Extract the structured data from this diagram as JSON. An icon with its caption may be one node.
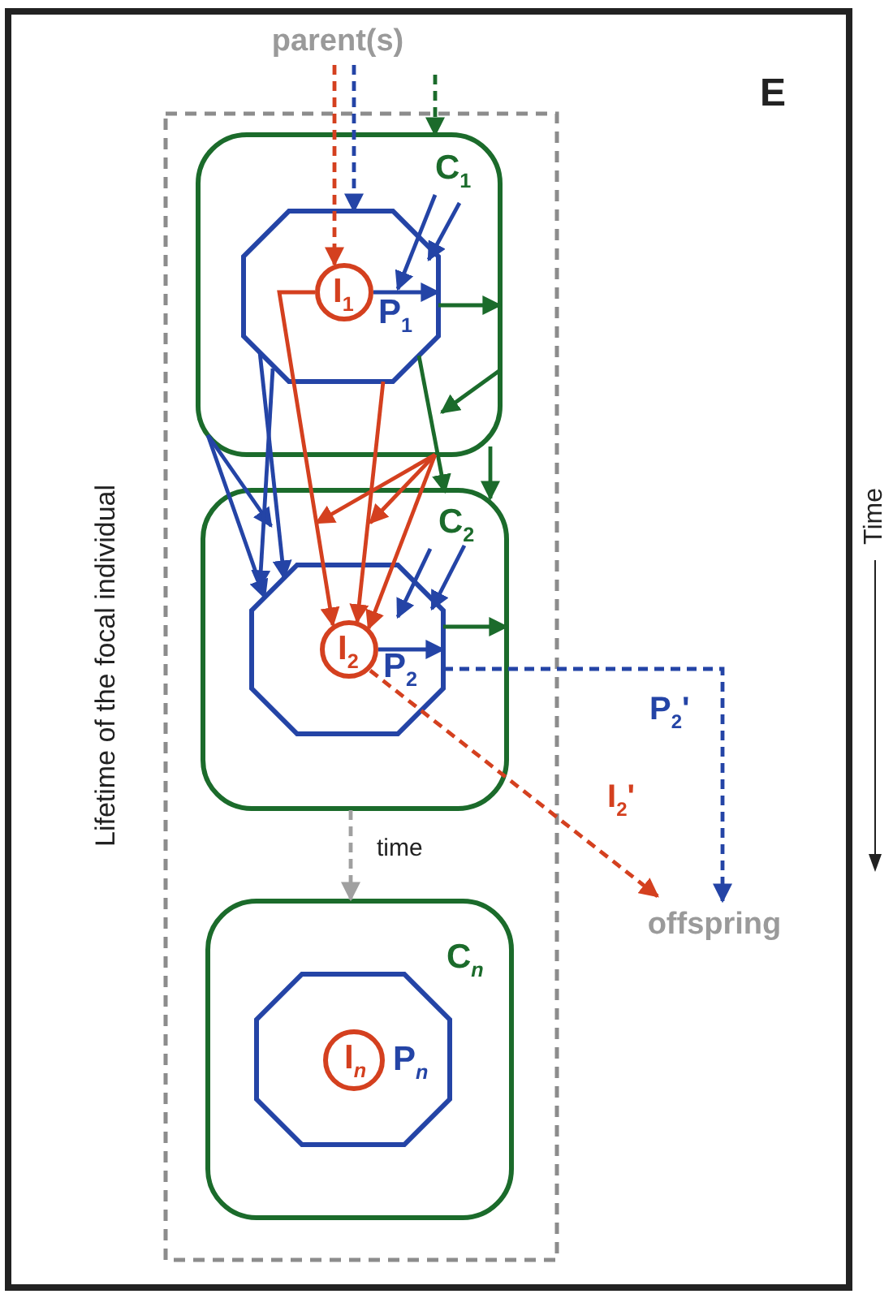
{
  "diagram": {
    "nodes": [
      {
        "text": [
          "parent(s)"
        ]
      },
      {
        "text": [
          "Lifetime of the focal individual"
        ]
      },
      {
        "text": [
          "C$_{1}$"
        ],
        "in": 1
      },
      {
        "text": [
          "P$_{1}$"
        ],
        "in": 2
      },
      {
        "text": [
          "I$_{1}$"
        ],
        "in": 3
      },
      {
        "text": [
          "C$_{2}$"
        ],
        "in": 1
      },
      {
        "text": [
          "P$_{2}$"
        ],
        "in": 5
      },
      {
        "text": [
          "I$_{2}$"
        ],
        "in": 6
      },
      {
        "text": [
          "C$_{n}$"
        ],
        "in": 1
      },
      {
        "text": [
          "P$_{n}$"
        ],
        "in": 8
      },
      {
        "text": [
          "I$_{n}$"
        ],
        "in": 9
      },
      {
        "text": [
          "offspring"
        ]
      }
    ],
    "edges": [
      {
        "from": 0,
        "to": 4,
        "arrow": "to",
        "style": "dashed",
        "color": "#d4401f"
      },
      {
        "from": 0,
        "to": 3,
        "arrow": "to",
        "style": "dashed",
        "color": "#2444a6"
      },
      {
        "from": null,
        "to": 2,
        "arrow": "to",
        "style": "dashed",
        "color": "#1b6b2b"
      },
      {
        "from": 2,
        "to": 3,
        "arrow": "to",
        "color": "#2444a6"
      },
      {
        "from": 2,
        "to": 3,
        "arrow": "to",
        "color": "#2444a6"
      },
      {
        "from": 4,
        "to": 3,
        "arrow": "to",
        "color": "#2444a6"
      },
      {
        "from": 3,
        "to": 2,
        "arrow": "to",
        "color": "#1b6b2b"
      },
      {
        "from": 2,
        "to": null,
        "arrow": "to",
        "color": "#1b6b2b"
      },
      {
        "from": 3,
        "to": 5,
        "arrow": "to",
        "color": "#1b6b2b"
      },
      {
        "from": 2,
        "to": 5,
        "arrow": "to",
        "color": "#1b6b2b"
      },
      {
        "from": 4,
        "to": 7,
        "arrow": "to",
        "color": "#d4401f"
      },
      {
        "from": 3,
        "to": 7,
        "arrow": "to",
        "color": "#d4401f"
      },
      {
        "from": 2,
        "to": 5,
        "arrow": "to",
        "color": "#d4401f"
      },
      {
        "from": 2,
        "to": 5,
        "arrow": "to",
        "color": "#d4401f"
      },
      {
        "from": 2,
        "to": 7,
        "arrow": "to",
        "color": "#d4401f"
      },
      {
        "from": 2,
        "to": 6,
        "arrow": "to",
        "color": "#2444a6"
      },
      {
        "from": 2,
        "to": 5,
        "arrow": "to",
        "color": "#2444a6"
      },
      {
        "from": 3,
        "to": 6,
        "arrow": "to",
        "color": "#2444a6"
      },
      {
        "from": 3,
        "to": 5,
        "arrow": "to",
        "color": "#2444a6"
      },
      {
        "from": 5,
        "to": 6,
        "arrow": "to",
        "color": "#2444a6"
      },
      {
        "from": 5,
        "to": 6,
        "arrow": "to",
        "color": "#2444a6"
      },
      {
        "from": 7,
        "to": 6,
        "arrow": "to",
        "color": "#2444a6"
      },
      {
        "from": 6,
        "to": 5,
        "arrow": "to",
        "color": "#1b6b2b"
      },
      {
        "from": 6,
        "to": 11,
        "arrow": "to",
        "style": "dashed",
        "color": "#2444a6",
        "label": "P$_{2}$'"
      },
      {
        "from": 7,
        "to": 11,
        "arrow": "to",
        "style": "dashed",
        "color": "#d4401f",
        "label": "I$_{2}$'"
      },
      {
        "from": 5,
        "to": 8,
        "arrow": "to",
        "style": "dashed",
        "color": "#a0a0a0",
        "label": "time"
      }
    ],
    "labels": [
      "E",
      "Time"
    ]
  }
}
